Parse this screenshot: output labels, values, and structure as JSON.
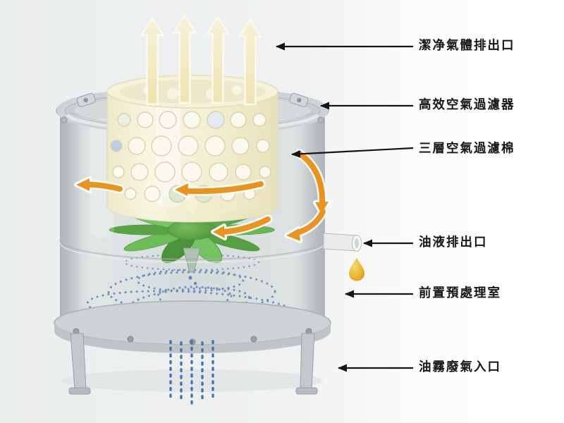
{
  "labels": [
    {
      "id": "clean-gas-outlet",
      "text": "潔净氣體排出口"
    },
    {
      "id": "hepa-air-filter",
      "text": "高效空氣過濾器"
    },
    {
      "id": "three-layer-filter-cotton",
      "text": "三層空氣過濾棉"
    },
    {
      "id": "oil-drain-outlet",
      "text": "油液排出口"
    },
    {
      "id": "pre-treatment-chamber",
      "text": "前置預處理室"
    },
    {
      "id": "oil-mist-inlet",
      "text": "油霧廢氣入口"
    }
  ],
  "colors": {
    "airflow_arrow_orange": "#e8941f",
    "impeller_green": "#3f9c27",
    "mist_blue": "#3f6fb5",
    "clean_air_cream": "#f6ecc9",
    "oil_droplet_yellow": "#e8b32a",
    "shell_gray": "#d7dcdd",
    "label_text": "#161616"
  }
}
